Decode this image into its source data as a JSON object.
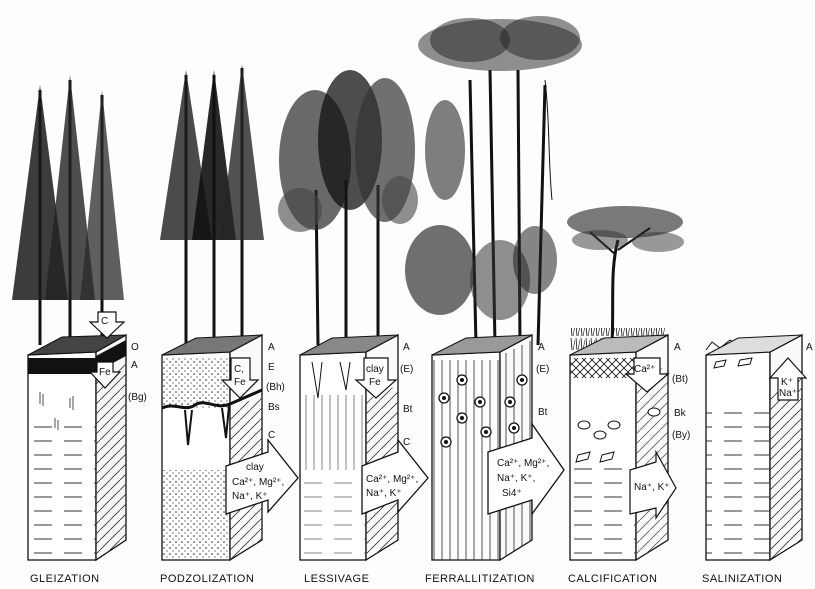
{
  "profiles": [
    {
      "process": "GLEIZATION",
      "horizons": [
        "O",
        "A",
        "(Bg)"
      ],
      "ions_in": [
        "C"
      ],
      "ions_out": [
        "Fe"
      ]
    },
    {
      "process": "PODZOLIZATION",
      "horizons": [
        "A",
        "E",
        "(Bh)",
        "Bs",
        "C"
      ],
      "ions_in": [
        "C,",
        "Fe"
      ],
      "ions_out": [
        "clay",
        "Ca²⁺, Mg²⁺,",
        "Na⁺, K⁺"
      ]
    },
    {
      "process": "LESSIVAGE",
      "horizons": [
        "A",
        "(E)",
        "Bt",
        "C"
      ],
      "ions_in": [
        "clay",
        "Fe"
      ],
      "ions_out": [
        "Ca²⁺, Mg²⁺,",
        "Na⁺, K⁺"
      ]
    },
    {
      "process": "FERRALLITIZATION",
      "horizons": [
        "A",
        "(E)",
        "Bt"
      ],
      "ions_in": [],
      "ions_out": [
        "Ca²⁺, Mg²⁺,",
        "Na⁺, K⁺,",
        "Si4⁺"
      ]
    },
    {
      "process": "CALCIFICATION",
      "horizons": [
        "A",
        "(Bt)",
        "Bk",
        "(By)"
      ],
      "ions_in": [
        "Ca²⁺"
      ],
      "ions_out": [
        "Na⁺, K⁺"
      ]
    },
    {
      "process": "SALINIZATION",
      "horizons": [
        "A"
      ],
      "ions_in": [
        "K⁺",
        "Na⁺"
      ],
      "ions_out": []
    }
  ]
}
